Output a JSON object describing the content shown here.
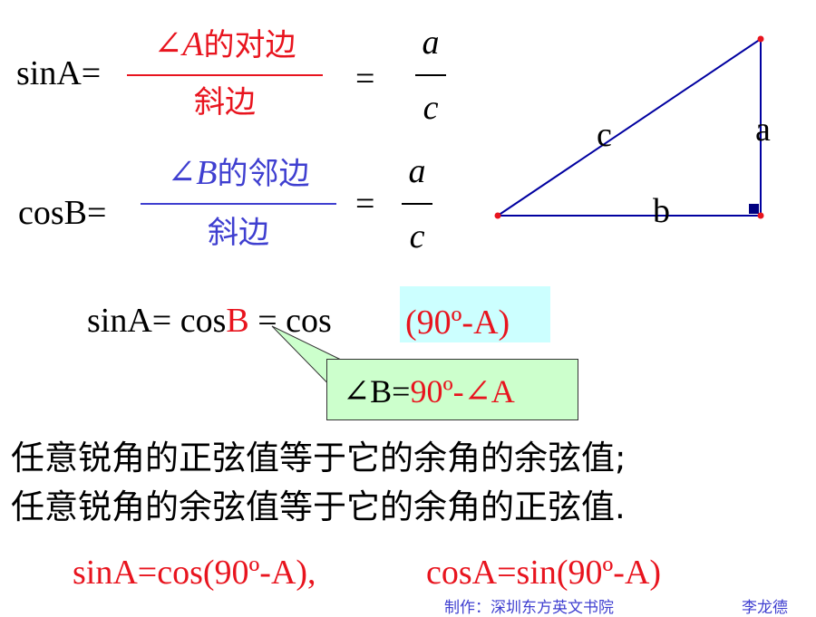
{
  "sin_formula": {
    "lhs": "sinA=",
    "numerator_angle": "∠A",
    "numerator_rest": "的对边",
    "denominator": "斜边",
    "equals": "=",
    "ratio_top": "a",
    "ratio_bottom": "c"
  },
  "cos_formula": {
    "lhs": "cosB=",
    "numerator_angle": "∠B",
    "numerator_rest": "的邻边",
    "denominator": "斜边",
    "equals": "=",
    "ratio_top": "a",
    "ratio_bottom": "c"
  },
  "triangle": {
    "label_hyp": "c",
    "label_vert": "a",
    "label_base": "b"
  },
  "identity": {
    "part1": "sinA= cos",
    "b": "B",
    "part2": " = cos",
    "highlight": "(90º-A)"
  },
  "callout": {
    "angle_b": "∠B=",
    "value": "90º-∠A"
  },
  "statements": {
    "line1": "任意锐角的正弦值等于它的余角的余弦值;",
    "line2": "任意锐角的余弦值等于它的余角的正弦值."
  },
  "formulas": {
    "left": "sinA=cos(90º-A),",
    "right": "cosA=sin(90º-A)"
  },
  "footer": {
    "credit": "制作：深圳东方英文书院",
    "author": "李龙德"
  },
  "colors": {
    "accent_red": "#e8141e",
    "accent_blue": "#3f3fd0",
    "triangle_line": "#0000a0",
    "callout_fill": "#ccffcc",
    "highlight_fill": "#ccffff"
  }
}
